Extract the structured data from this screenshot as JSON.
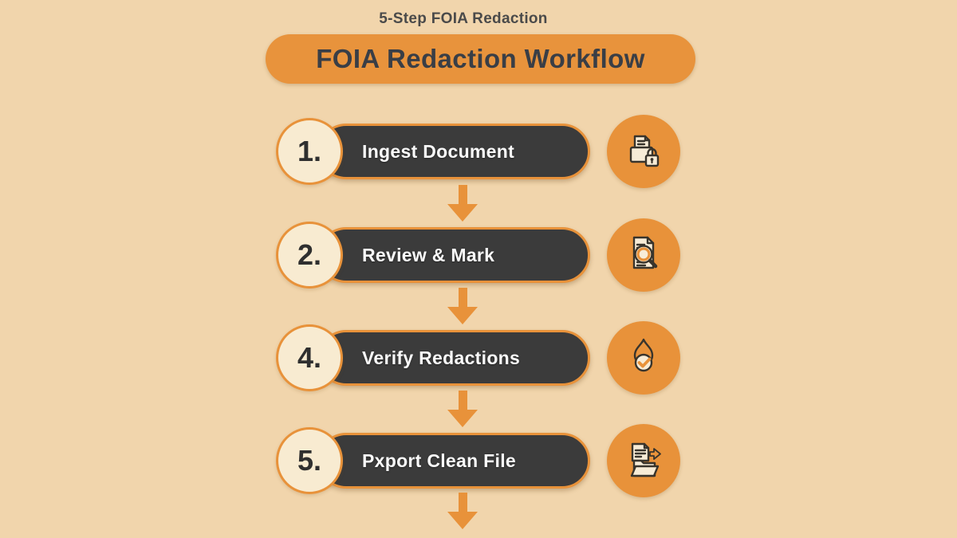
{
  "header": {
    "eyebrow": "5-Step FOIA Redaction",
    "title": "FOIA Redaction Workflow"
  },
  "steps": [
    {
      "number": "1.",
      "label": "Ingest Document",
      "icon": "folder-lock-icon"
    },
    {
      "number": "2.",
      "label": "Review & Mark",
      "icon": "document-magnifier-icon"
    },
    {
      "number": "4.",
      "label": "Verify Redactions",
      "icon": "flame-check-icon"
    },
    {
      "number": "5.",
      "label": "Pxport Clean File",
      "icon": "file-export-icon"
    }
  ],
  "colors": {
    "background": "#f1d5ac",
    "orange": "#e8923a",
    "banner_orange": "#e8933c",
    "pill_dark": "#3b3b3b",
    "circle_cream": "#f8ebd1",
    "banner_text": "#393e46",
    "pill_text": "#fafafa",
    "eyebrow_text": "#4a4a4a"
  }
}
